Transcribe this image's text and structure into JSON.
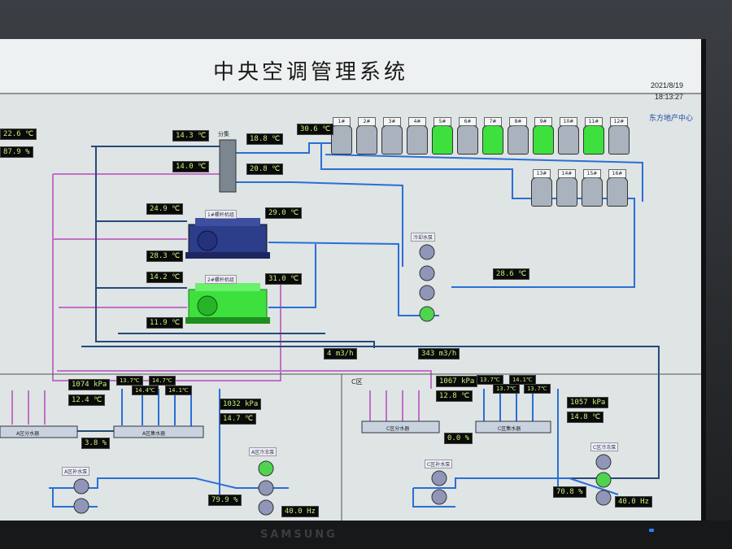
{
  "header": {
    "title": "中央空调管理系统",
    "date": "2021/8/19",
    "time": "18:13:27",
    "org": "东方地产中心"
  },
  "top_left": {
    "temp": "22.6 ℃",
    "humidity": "87.9 %"
  },
  "readouts": {
    "r1": "14.3 ℃",
    "r2": "18.8 ℃",
    "r3": "14.0 ℃",
    "r4": "20.8 ℃",
    "r5": "30.6 ℃",
    "r6": "24.9 ℃",
    "r7": "29.0 ℃",
    "r8": "28.3 ℃",
    "r9": "14.2 ℃",
    "r10": "31.0 ℃",
    "r11": "11.9 ℃",
    "r12": "28.6 ℃",
    "r13": "4 m3/h",
    "r14": "343 m3/h",
    "a_pressure": "1074 kPa",
    "a_temp": "12.4 ℃",
    "a_pct": "3.8 %",
    "a_ret_pressure": "1032 kPa",
    "a_ret_temp": "14.7 ℃",
    "a_valve": "79.9 %",
    "a_freq": "40.0 Hz",
    "c_pressure": "1067 kPa",
    "c_temp": "12.8 ℃",
    "c_pct": "0.0 %",
    "c_ret_pressure": "1057 kPa",
    "c_ret_temp": "14.8 ℃",
    "c_valve": "70.8 %",
    "c_freq": "40.0 Hz"
  },
  "branch_temps": {
    "a": [
      "13.7℃",
      "14.4℃",
      "14.7℃",
      "14.1℃"
    ],
    "c": [
      "13.7℃",
      "13.7℃",
      "14.1℃",
      "13.7℃"
    ]
  },
  "labels": {
    "header_collector": "分集",
    "chiller1": "1#螺杆机组",
    "chiller2": "2#螺杆机组",
    "cooling_pump_group": "冷却水泵",
    "zone_c": "C区",
    "a_supply": "A区分水器",
    "a_return": "A区集水器",
    "a_pump": "A区补水泵",
    "a_circ_pump": "A区冷冻泵",
    "c_supply": "C区分水器",
    "c_return": "C区集水器",
    "c_pump": "C区补水泵",
    "c_circ_pump": "C区冷冻泵"
  },
  "towers": {
    "row1": [
      "1#",
      "2#",
      "3#",
      "4#",
      "5#",
      "6#",
      "7#",
      "8#",
      "9#",
      "10#",
      "11#",
      "12#"
    ],
    "row1_on": [
      false,
      false,
      false,
      false,
      true,
      false,
      true,
      false,
      true,
      false,
      true,
      false
    ],
    "row2": [
      "13#",
      "14#",
      "15#",
      "16#"
    ]
  },
  "bezel": {
    "brand": "SAMSUNG"
  },
  "colors": {
    "pipe_blue": "#2a6fd6",
    "pipe_dark": "#254a7a",
    "pipe_purple": "#c070c8",
    "readout_text": "#c6f27a",
    "equip_on": "#3ee03e",
    "equip_off": "#a9b2bd"
  }
}
